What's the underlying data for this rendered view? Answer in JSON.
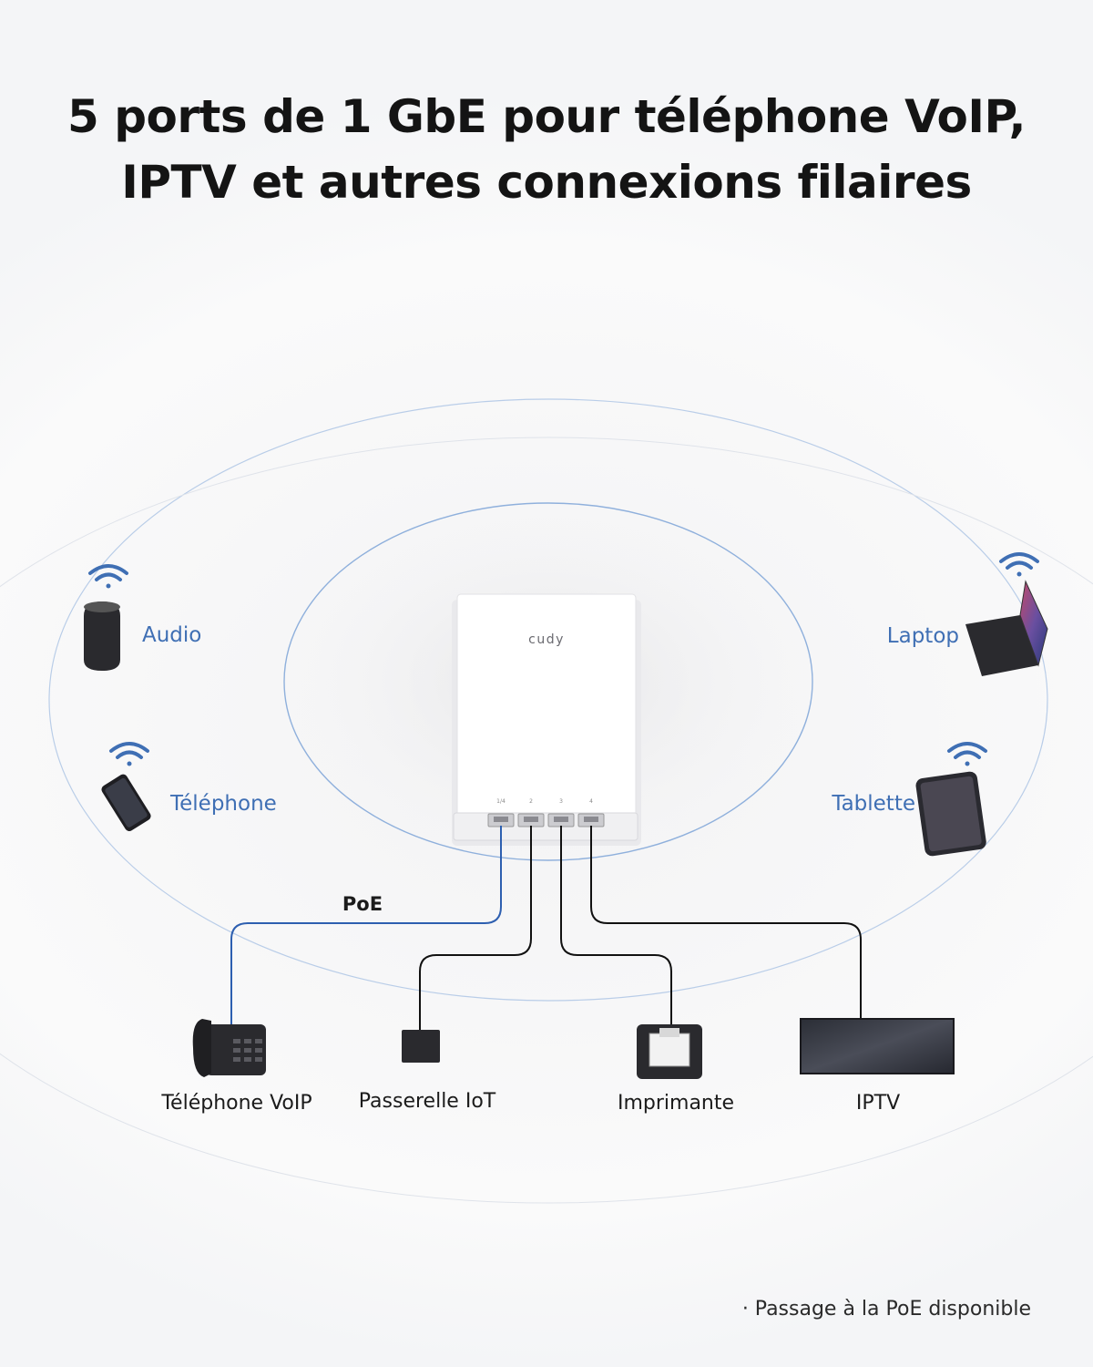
{
  "title": {
    "line1": "5 ports de 1 GbE pour téléphone VoIP,",
    "line2": "IPTV et autres connexions filaires"
  },
  "device": {
    "brand": "cudy",
    "port_labels": [
      "1/4",
      "2",
      "3",
      "4"
    ]
  },
  "wireless_devices": [
    {
      "label": "Audio",
      "icon": "smart-speaker-icon"
    },
    {
      "label": "Téléphone",
      "icon": "smartphone-icon"
    },
    {
      "label": "Laptop",
      "icon": "laptop-icon"
    },
    {
      "label": "Tablette",
      "icon": "tablet-icon"
    }
  ],
  "wired_devices": [
    {
      "label": "Téléphone VoIP",
      "icon": "desk-phone-icon"
    },
    {
      "label": "Passerelle IoT",
      "icon": "iot-gateway-icon"
    },
    {
      "label": "Imprimante",
      "icon": "printer-icon"
    },
    {
      "label": "IPTV",
      "icon": "tv-icon"
    }
  ],
  "poe_label": "PoE",
  "footnote": "· Passage à la PoE disponible",
  "colors": {
    "accent_blue": "#3f6fb4",
    "poe_cable": "#2d5fb0",
    "cable": "#111111",
    "ring": "#9cb8dc"
  }
}
